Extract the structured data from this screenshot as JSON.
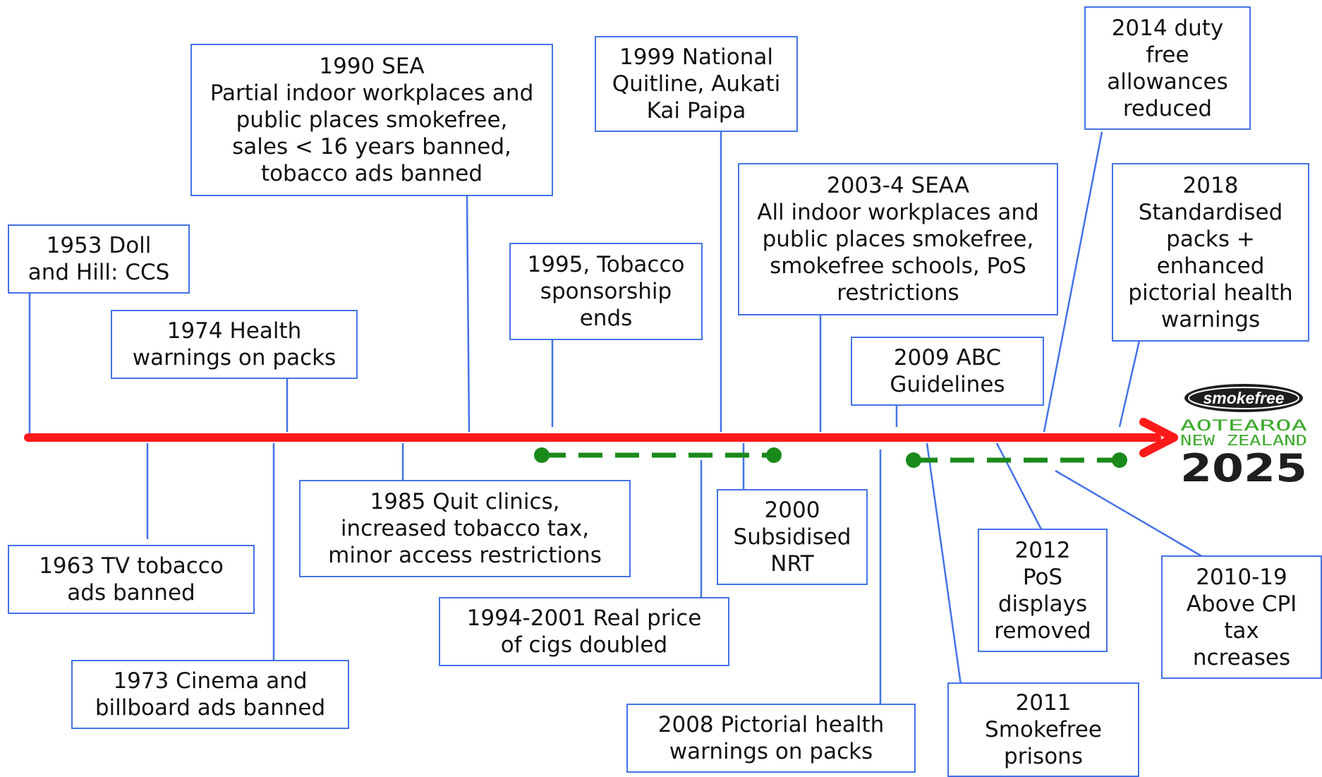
{
  "colors": {
    "arrow": "#ff1a1a",
    "connector": "#4472e6",
    "box_border": "#4472e6",
    "range": "#1a8a1a"
  },
  "events": {
    "e1953": "1953 Doll\nand Hill: CCS",
    "e1963": "1963 TV tobacco\nads banned",
    "e1973": "1973 Cinema and\nbillboard ads banned",
    "e1974": "1974 Health\nwarnings on packs",
    "e1985": "1985 Quit clinics,\nincreased tobacco tax,\nminor access restrictions",
    "e1990": "1990 SEA\nPartial indoor workplaces and\npublic places smokefree,\nsales < 16 years banned,\ntobacco ads banned",
    "e1994": "1994-2001 Real price\nof cigs doubled",
    "e1995": "1995, Tobacco\nsponsorship\nends",
    "e1999": "1999 National\nQuitline, Aukati\nKai Paipa",
    "e2000": "2000\nSubsidised\nNRT",
    "e2003": "2003-4 SEAA\nAll indoor workplaces and\npublic places smokefree,\nsmokefree schools, PoS\nrestrictions",
    "e2008": "2008 Pictorial health\nwarnings on packs",
    "e2009": "2009 ABC\nGuidelines",
    "e2010": "2010-19\nAbove CPI\ntax\nncreases",
    "e2011": "2011\nSmokefree\nprisons",
    "e2012": "2012\nPoS\ndisplays\nremoved",
    "e2014": "2014 duty\nfree\nallowances\nreduced",
    "e2018": "2018\nStandardised\npacks +\nenhanced\npictorial health\nwarnings"
  },
  "logo": {
    "badge": "smokefree",
    "line1": "AOTEAROA",
    "line2": "NEW ZEALAND",
    "year": "2025"
  }
}
